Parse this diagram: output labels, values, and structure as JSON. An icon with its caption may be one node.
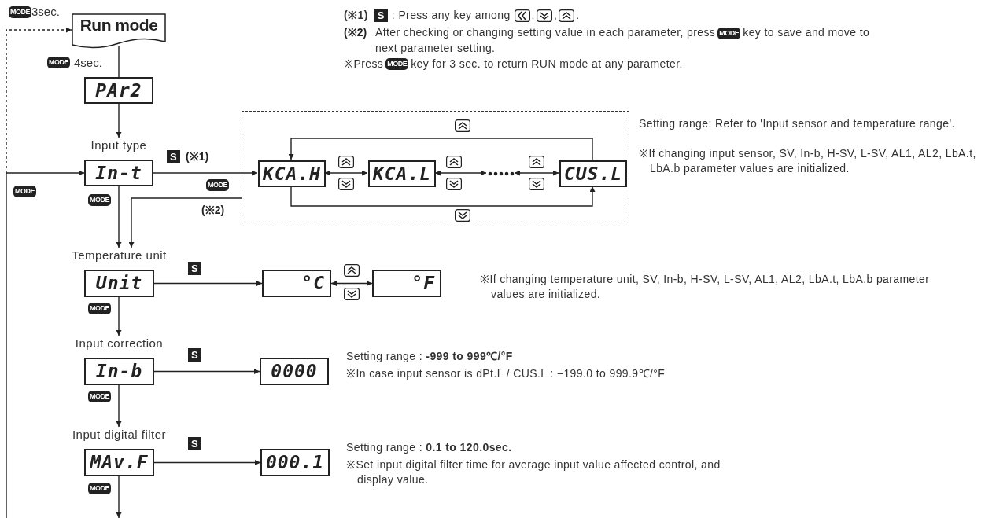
{
  "diagram": {
    "nodes": [
      {
        "text": [
          "Run mode"
        ]
      },
      {
        "text": [
          "PAr2"
        ]
      },
      {
        "text": [
          "In-t"
        ],
        "beside": [
          "Input type"
        ]
      },
      {
        "text": [],
        "shape": "box"
      },
      {
        "text": [
          "KCA.H"
        ],
        "in": 3
      },
      {
        "text": [
          "KCA.L"
        ],
        "in": 3
      },
      {
        "text": [],
        "shape": "dots",
        "in": 3
      },
      {
        "text": [
          "CUS.L"
        ],
        "in": 3
      },
      {
        "text": [
          "Unit"
        ],
        "beside": [
          "Temperature unit"
        ]
      },
      {
        "text": [
          "°C"
        ]
      },
      {
        "text": [
          "°F"
        ]
      },
      {
        "text": [
          "In-b"
        ],
        "beside": [
          "Input correction"
        ]
      },
      {
        "text": [
          "0000"
        ]
      },
      {
        "text": [
          "MAv.F"
        ],
        "beside": [
          "Input digital filter"
        ]
      },
      {
        "text": [
          "000.1"
        ]
      }
    ],
    "edges": [
      {
        "from": null,
        "to": 0,
        "arrow": "to",
        "style": "dashed",
        "label": "3sec."
      },
      {
        "from": 0,
        "to": 1,
        "arrow": "none",
        "label": "4sec."
      },
      {
        "from": 1,
        "to": 2,
        "arrow": "to"
      },
      {
        "from": null,
        "to": 2,
        "arrow": "to"
      },
      {
        "from": 2,
        "to": 4,
        "arrow": "to",
        "label": "(※1)"
      },
      {
        "from": 3,
        "to": 8,
        "arrow": "to",
        "label": "(※2)"
      },
      {
        "from": 2,
        "to": 8,
        "arrow": "to"
      },
      {
        "from": 4,
        "to": 5,
        "arrow": "both"
      },
      {
        "from": 5,
        "to": 6,
        "arrow": "both"
      },
      {
        "from": 6,
        "to": 7,
        "arrow": "both"
      },
      {
        "from": 7,
        "to": 4,
        "arrow": "to"
      },
      {
        "from": 4,
        "to": 7,
        "arrow": "to"
      },
      {
        "from": 8,
        "to": 9,
        "arrow": "to"
      },
      {
        "from": 9,
        "to": 10,
        "arrow": "both"
      },
      {
        "from": 8,
        "to": 11,
        "arrow": "to"
      },
      {
        "from": 11,
        "to": 12,
        "arrow": "to"
      },
      {
        "from": 11,
        "to": 13,
        "arrow": "to"
      },
      {
        "from": 13,
        "to": 14,
        "arrow": "to"
      },
      {
        "from": 13,
        "to": null,
        "arrow": "to"
      }
    ],
    "labels": [
      "MODE",
      "(※1)",
      "S",
      ": Press any key among",
      ",",
      ",",
      ".",
      "(※2)",
      "After checking or changing setting value in each parameter, press",
      "MODE",
      "key to save and move to next parameter setting.",
      "MODE",
      "※Press",
      "MODE",
      "key for 3 sec. to return RUN mode at any parameter.",
      "S",
      "Setting range: Refer to 'Input sensor and temperature range'.",
      "※If changing input sensor, SV, In-b, H-SV, L-SV, AL1, AL2, LbA.t, LbA.b parameter values are initialized.",
      "MODE",
      "MODE",
      "MODE",
      "S",
      "※If changing temperature unit, SV, In-b, H-SV, L-SV, AL1, AL2, LbA.t, LbA.b parameter values are initialized.",
      "MODE",
      "S",
      "Setting range : **-999 to 999℃/°F**",
      "※In case input sensor is dPt.L / CUS.L : −199.0 to 999.9℃/°F",
      "MODE",
      "S",
      "Setting range : **0.1 to 120.0sec.**",
      "※Set input digital filter time for average input value affected control, and display value.",
      "MODE"
    ]
  }
}
